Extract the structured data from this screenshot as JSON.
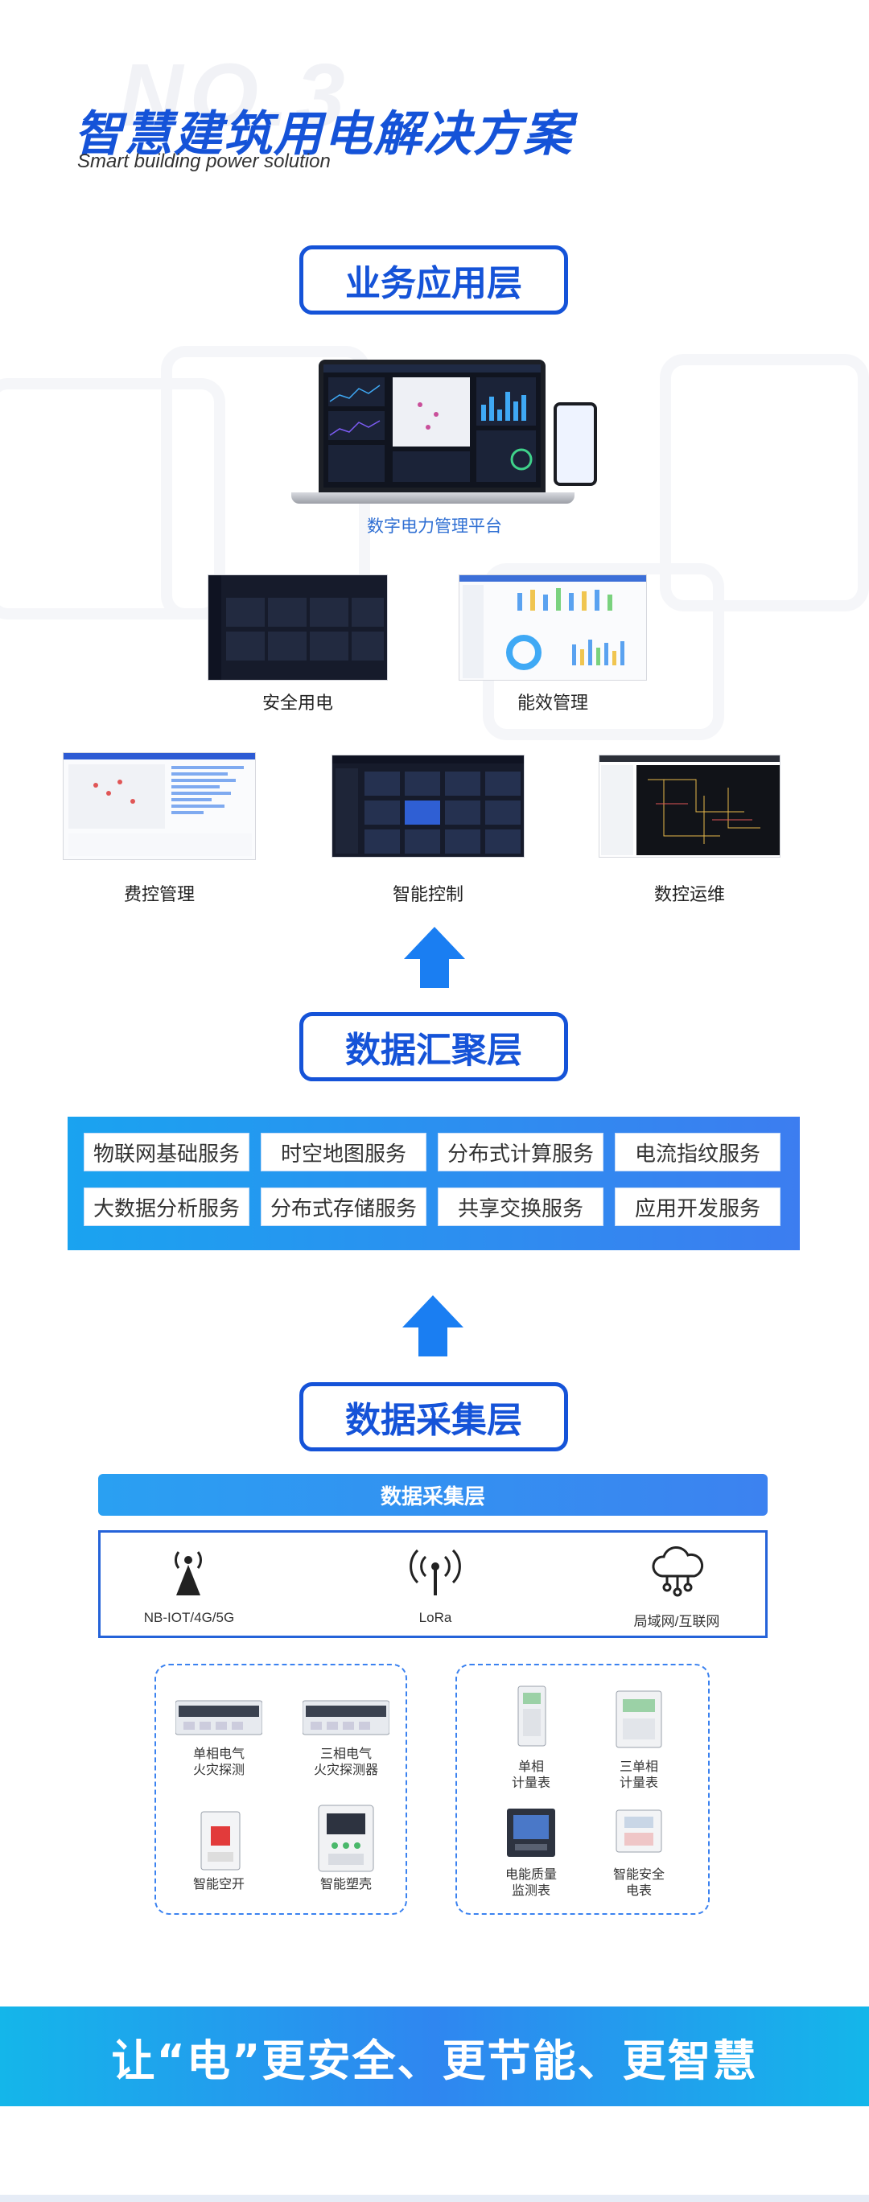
{
  "header": {
    "bg_number": "NO.3",
    "title": "智慧建筑用电解决方案",
    "subtitle": "Smart building power solution"
  },
  "app_layer": {
    "title": "业务应用层",
    "platform_caption": "数字电力管理平台",
    "modules": [
      "安全用电",
      "能效管理",
      "费控管理",
      "智能控制",
      "数控运维"
    ]
  },
  "aggregation_layer": {
    "title": "数据汇聚层",
    "services": [
      "物联网基础服务",
      "时空地图服务",
      "分布式计算服务",
      "电流指纹服务",
      "大数据分析服务",
      "分布式存储服务",
      "共享交换服务",
      "应用开发服务"
    ]
  },
  "collection_layer": {
    "title": "数据采集层",
    "bar_label": "数据采集层",
    "networks": [
      {
        "label": "NB-IOT/4G/5G",
        "icon": "antenna-tower-icon"
      },
      {
        "label": "LoRa",
        "icon": "wireless-signal-icon"
      },
      {
        "label": "局域网/互联网",
        "icon": "cloud-network-icon"
      }
    ],
    "devices_left": [
      "单相电气\n火灾探测",
      "三相电气\n火灾探测器",
      "智能空开",
      "智能塑壳"
    ],
    "devices_right": [
      "单相\n计量表",
      "三单相\n计量表",
      "电能质量\n监测表",
      "智能安全\n电表"
    ]
  },
  "slogan": "让“电”更安全、更节能、更智慧",
  "colors": {
    "primary": "#1553d8",
    "accent": "#2f86f0",
    "cyan": "#14b6ea"
  }
}
